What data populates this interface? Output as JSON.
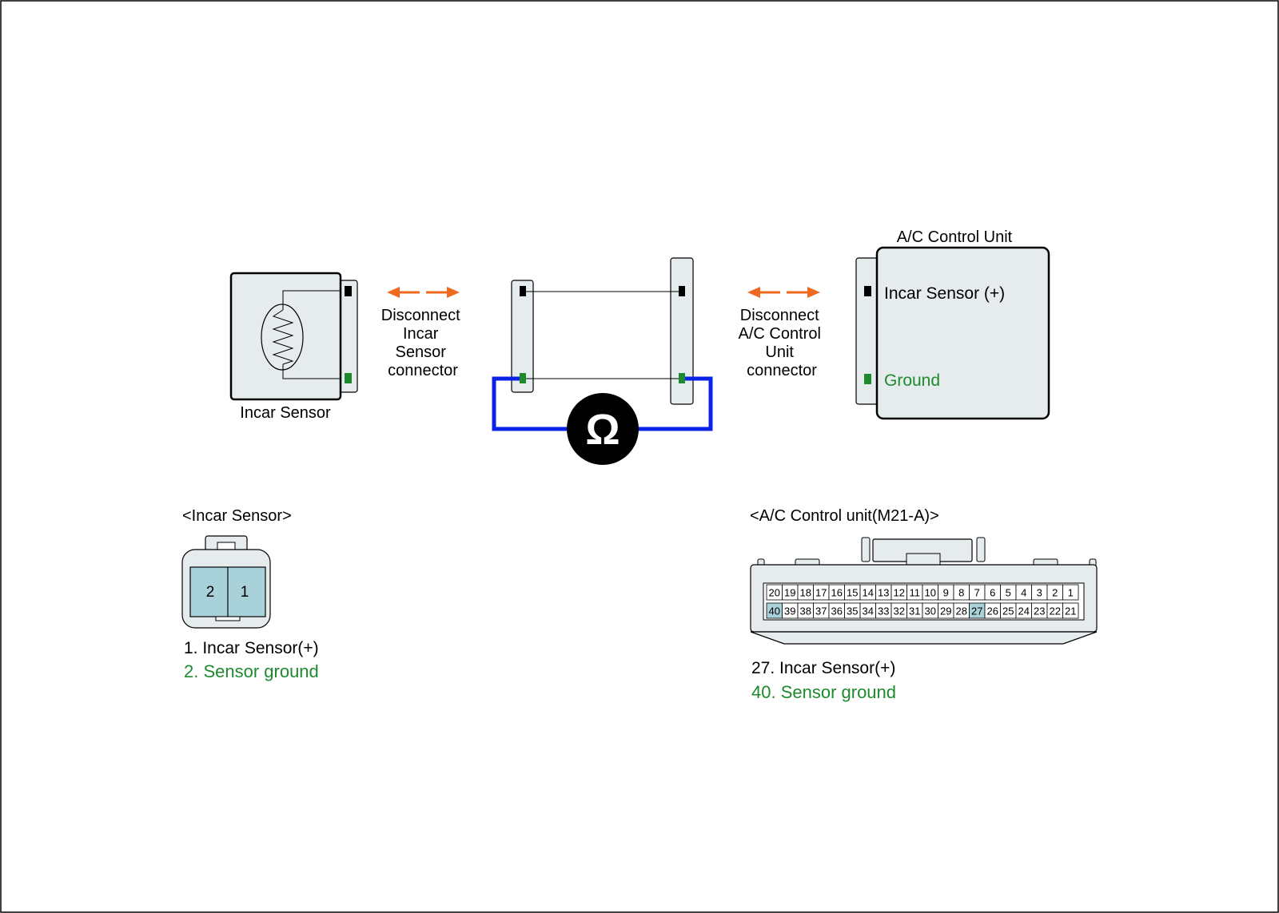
{
  "diagram": {
    "colors": {
      "ground": "#1e8a2e",
      "plus_pin": "#000000",
      "ground_pin": "#1e8a2e",
      "arrow": "#ee6a1e",
      "meter_wire": "#0a22e6",
      "connector_fill": "#e6eced",
      "highlight_pin": "#a9d1da",
      "frame": "#000000"
    },
    "incar_sensor": {
      "label": "Incar Sensor",
      "disconnect_lines": [
        "Disconnect",
        "Incar",
        "Sensor",
        "connector"
      ]
    },
    "ac_unit": {
      "title": "A/C Control Unit",
      "pin_plus_label": "Incar Sensor (+)",
      "pin_ground_label": "Ground",
      "disconnect_lines": [
        "Disconnect",
        "A/C Control",
        "Unit",
        "connector"
      ]
    },
    "meter": {
      "symbol": "Ω",
      "icon": "ohmmeter-icon"
    },
    "incar_connector": {
      "title": "<Incar Sensor>",
      "pins": [
        "2",
        "1"
      ],
      "legend": [
        "1. Incar Sensor(+)",
        "2. Sensor ground"
      ]
    },
    "ac_connector": {
      "title": "<A/C Control unit(M21-A)>",
      "row1": [
        "20",
        "19",
        "18",
        "17",
        "16",
        "15",
        "14",
        "13",
        "12",
        "11",
        "10",
        "9",
        "8",
        "7",
        "6",
        "5",
        "4",
        "3",
        "2",
        "1"
      ],
      "row2": [
        "40",
        "39",
        "38",
        "37",
        "36",
        "35",
        "34",
        "33",
        "32",
        "31",
        "30",
        "29",
        "28",
        "27",
        "26",
        "25",
        "24",
        "23",
        "22",
        "21"
      ],
      "highlighted": [
        "40",
        "27"
      ],
      "legend": [
        "27. Incar Sensor(+)",
        "40. Sensor ground"
      ]
    }
  }
}
